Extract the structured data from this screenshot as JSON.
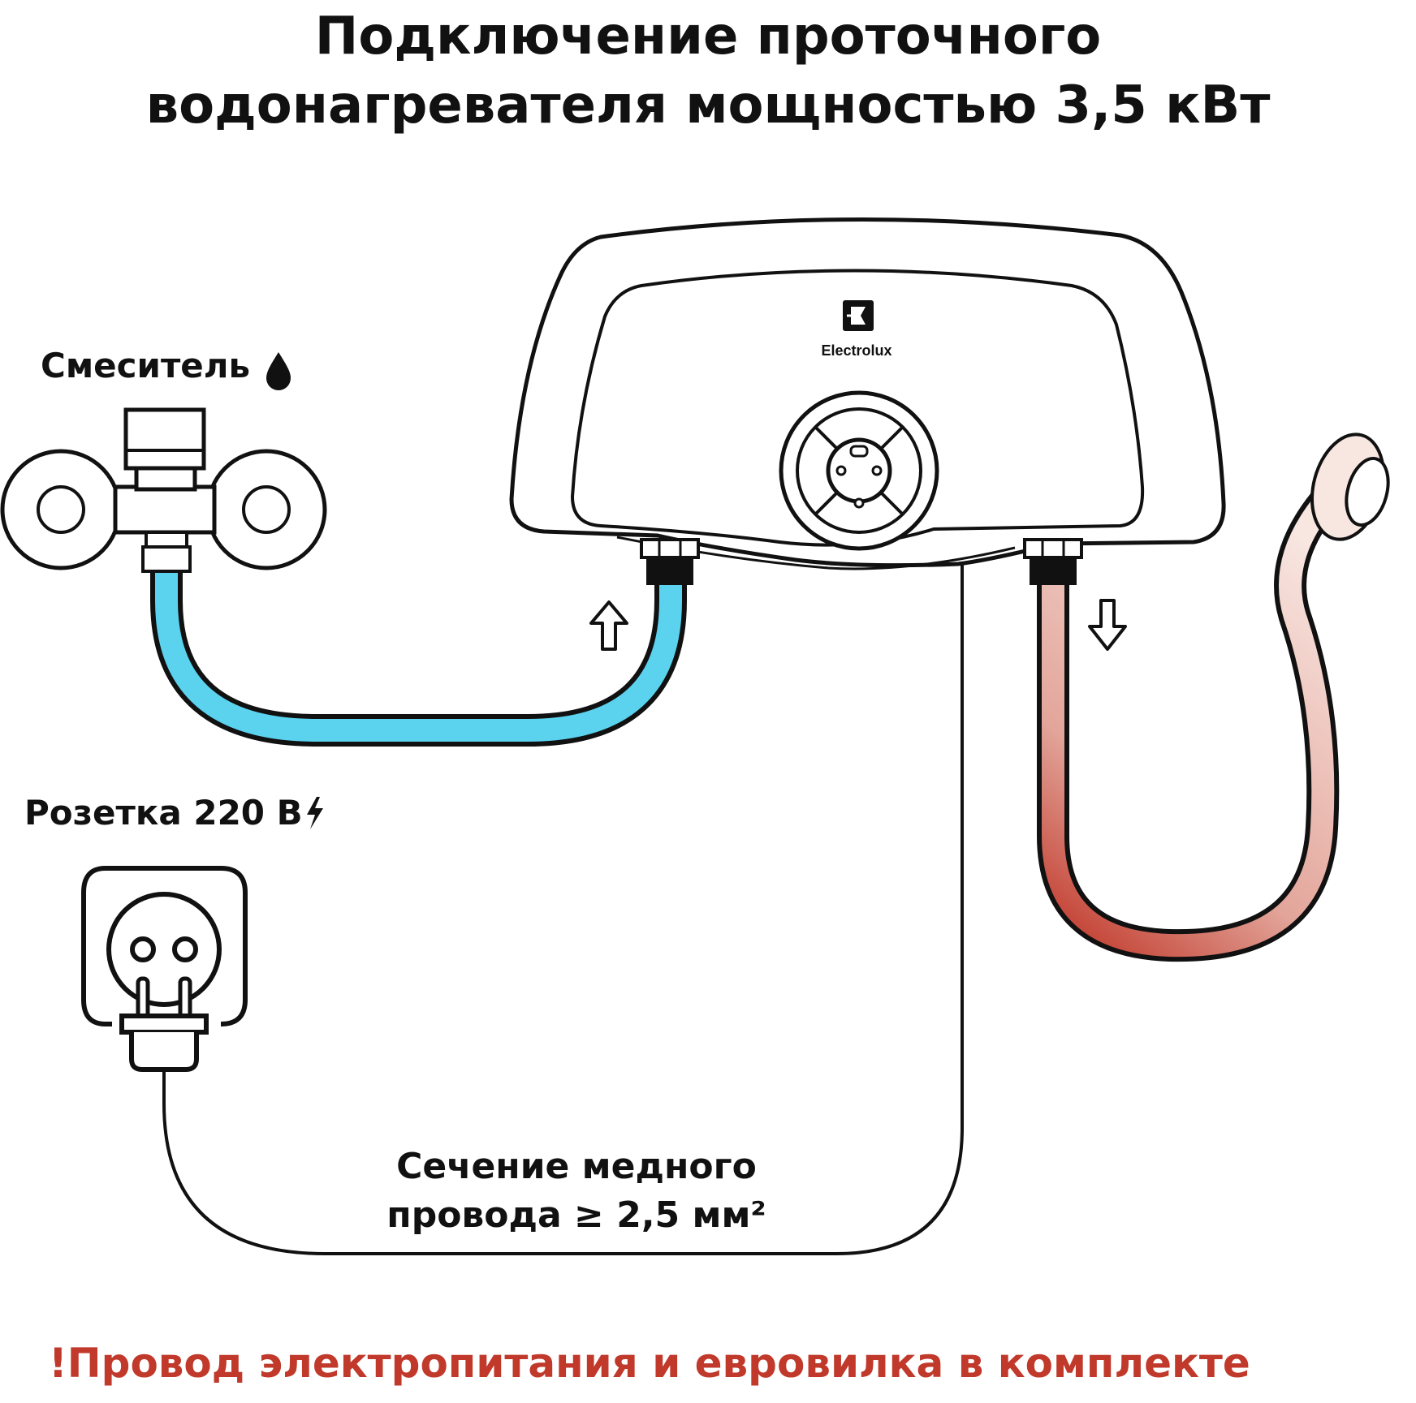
{
  "title": {
    "line1": "Подключение проточного",
    "line2": "водонагревателя мощностью 3,5 кВт"
  },
  "labels": {
    "mixer": "Смеситель",
    "socket": "Розетка 220 В",
    "wire_line1": "Сечение медного",
    "wire_line2": "провода ≥ 2,5 мм²"
  },
  "brand": "Electrolux",
  "warning": "!Провод электропитания и евровилка в комплекте",
  "icons": {
    "mixer": "water-drop-icon",
    "socket": "lightning-icon",
    "inlet_arrow": "arrow-up-icon",
    "outlet_arrow": "arrow-down-icon"
  },
  "colors": {
    "outline": "#111111",
    "cold_hose": "#5bd3ef",
    "hot_hose": "#c0392b",
    "hot_hose_faded": "#f6e1dc",
    "warning_text": "#c0392b"
  }
}
